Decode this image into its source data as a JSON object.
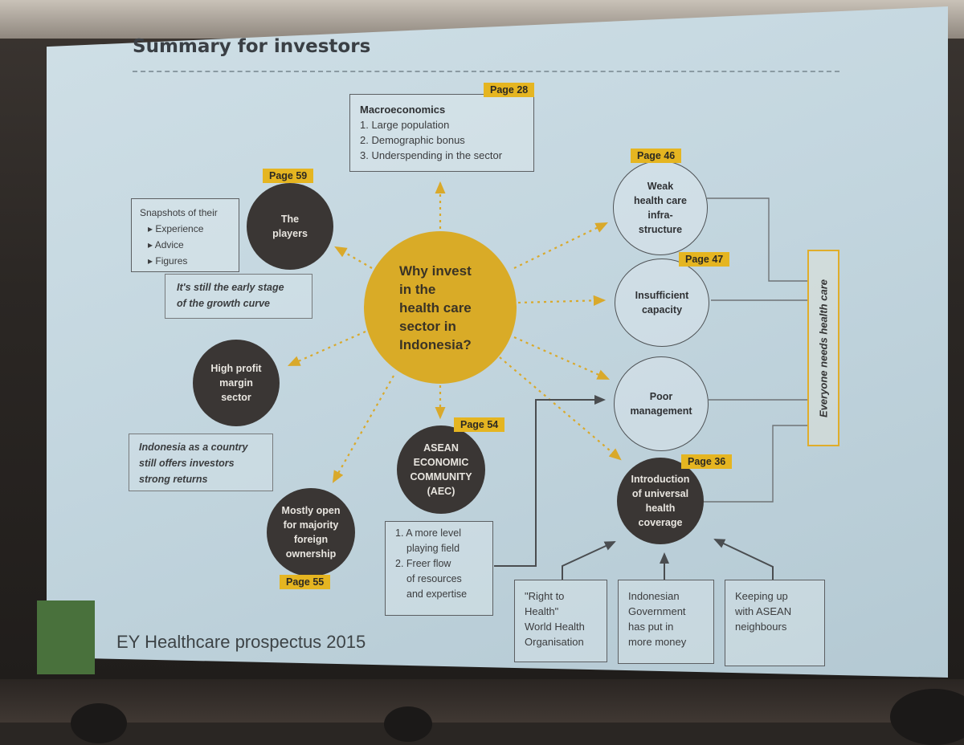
{
  "title": "Summary for investors",
  "footer": "EY Healthcare prospectus 2015",
  "center": {
    "lines": [
      "Why invest",
      "in the",
      "health care",
      "sector in",
      "Indonesia?"
    ]
  },
  "macro": {
    "page": "Page 28",
    "heading": "Macroeconomics",
    "items": [
      "1. Large population",
      "2. Demographic bonus",
      "3. Underspending in the sector"
    ]
  },
  "players": {
    "page": "Page 59",
    "lines": [
      "The",
      "players"
    ],
    "snapshot": [
      "Snapshots of their",
      "Experience",
      "Advice",
      "Figures"
    ],
    "note": [
      "It's still the early stage",
      "of the growth curve"
    ]
  },
  "profit": {
    "lines": [
      "High profit",
      "margin",
      "sector"
    ],
    "note": [
      "Indonesia as a country",
      "still offers investors",
      "strong returns"
    ]
  },
  "ownership": {
    "page": "Page 55",
    "lines": [
      "Mostly open",
      "for majority",
      "foreign",
      "ownership"
    ]
  },
  "aec": {
    "page": "Page 54",
    "lines": [
      "ASEAN",
      "ECONOMIC",
      "COMMUNITY",
      "(AEC)"
    ],
    "items": [
      "1. A more level",
      "playing field",
      "2. Freer flow",
      "of resources",
      "and expertise"
    ]
  },
  "weak": {
    "page": "Page 46",
    "lines": [
      "Weak",
      "health care",
      "infra-",
      "structure"
    ]
  },
  "capacity": {
    "page": "Page 47",
    "lines": [
      "Insufficient",
      "capacity"
    ]
  },
  "management": {
    "lines": [
      "Poor",
      "management"
    ]
  },
  "coverage": {
    "page": "Page 36",
    "lines": [
      "Introduction",
      "of universal",
      "health",
      "coverage"
    ]
  },
  "side_label": "Everyone needs health care",
  "drivers": [
    [
      "\"Right to",
      "Health\"",
      "World Health",
      "Organisation"
    ],
    [
      "Indonesian",
      "Government",
      "has put in",
      "more money"
    ],
    [
      "Keeping up",
      "with ASEAN",
      "neighbours"
    ]
  ],
  "colors": {
    "accent": "#e5b521",
    "dark_node": "#3a3634",
    "center": "#d9ab27"
  }
}
